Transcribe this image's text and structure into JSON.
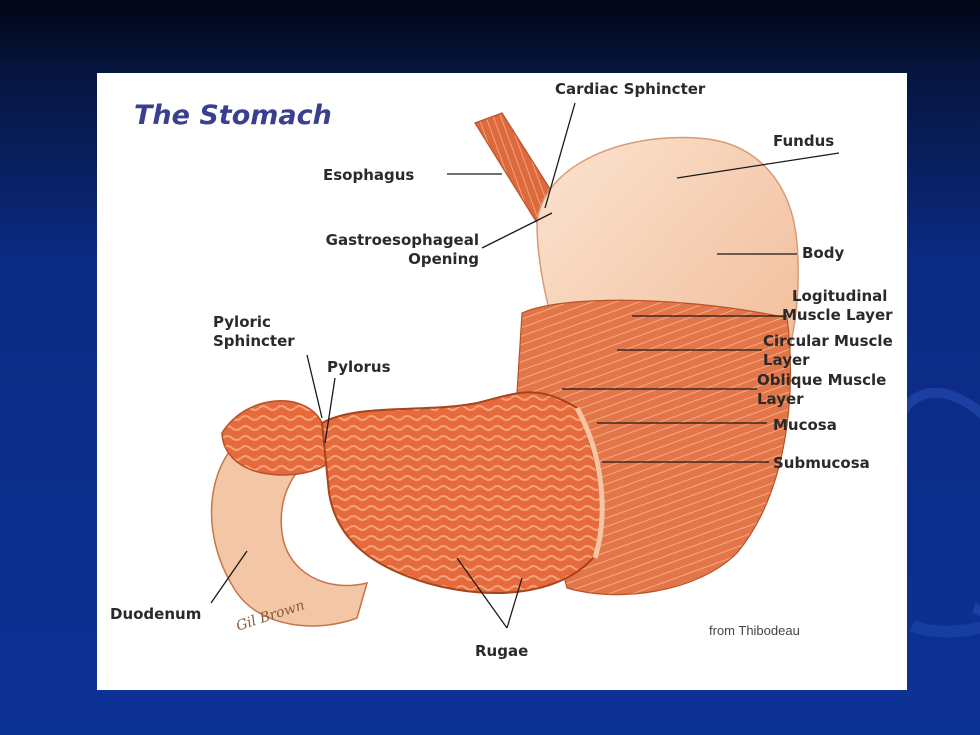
{
  "title": "The Stomach",
  "labels": {
    "cardiac_sphincter": "Cardiac Sphincter",
    "fundus": "Fundus",
    "esophagus": "Esophagus",
    "gastro_line1": "Gastroesophageal",
    "gastro_line2": "Opening",
    "body": "Body",
    "longitudinal_line1": "Logitudinal",
    "longitudinal_line2": "Muscle Layer",
    "pyloric_line1": "Pyloric",
    "pyloric_line2": "Sphincter",
    "pylorus": "Pylorus",
    "circular_line1": "Circular Muscle",
    "circular_line2": "Layer",
    "oblique_line1": "Oblique Muscle",
    "oblique_line2": "Layer",
    "mucosa": "Mucosa",
    "submucosa": "Submucosa",
    "duodenum": "Duodenum",
    "rugae": "Rugae"
  },
  "credit": "from Thibodeau",
  "signature": "Gil Brown",
  "colors": {
    "background": "#0d3296",
    "panel": "#ffffff",
    "title": "#3a3f8f",
    "tissue_light": "#f2c9a8",
    "tissue_muscle": "#e8764a",
    "tissue_dark": "#c94a20"
  }
}
